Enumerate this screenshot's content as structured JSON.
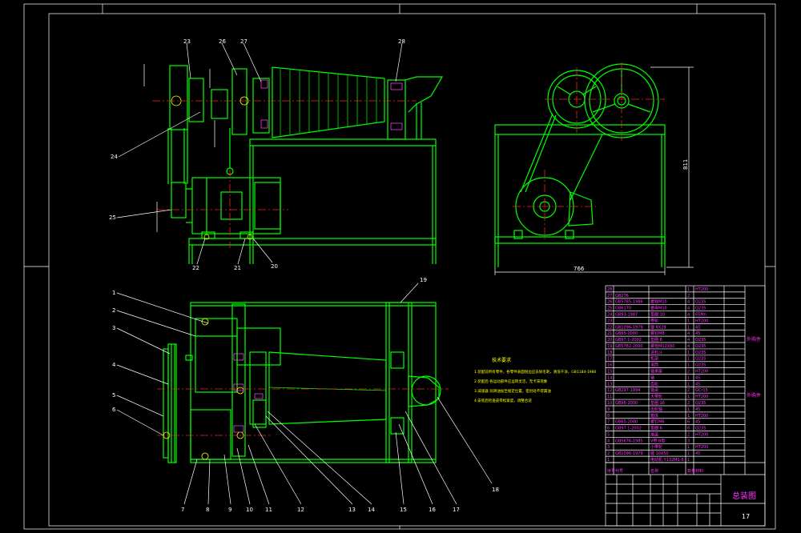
{
  "drawing": {
    "overall_height_dim": "811",
    "overall_width_dim": "766",
    "sheet_number": "17",
    "title_block_name": "总装图"
  },
  "balloons_top": [
    "23",
    "26",
    "27",
    "28",
    "24",
    "25",
    "22",
    "21",
    "20"
  ],
  "balloons_bottom_left": [
    "1",
    "2",
    "3",
    "4",
    "5",
    "6"
  ],
  "balloons_bottom_row": [
    "7",
    "8",
    "9",
    "10",
    "11",
    "12",
    "13",
    "14",
    "15",
    "16",
    "17"
  ],
  "balloons_right": [
    "18",
    "19"
  ],
  "notes": {
    "heading": "技术要求",
    "lines": [
      "1.装配前所有零件，各零件表面锐边应去除毛刺，清洗干净，GB1184-1980",
      "2.装配后 各运动部件应运转灵活，无卡滞现象",
      "3.减速器 润滑油加至规定位置，密封处不得漏油",
      "4.安装后检查皮带松紧度，调整合适"
    ]
  },
  "bom": [
    {
      "no": "28",
      "std": "",
      "name": "",
      "qty": "1",
      "mat": "HT200"
    },
    {
      "no": "27",
      "std": "GB276",
      "name": "",
      "qty": "2",
      "mat": ""
    },
    {
      "no": "26",
      "std": "GB5785-1986",
      "name": "螺栓M10",
      "qty": "4",
      "mat": "Q235"
    },
    {
      "no": "25",
      "std": "GB6170",
      "name": "螺母M10",
      "qty": "4",
      "mat": "Q235"
    },
    {
      "no": "24",
      "std": "GB93-1987",
      "name": "垫圈 10",
      "qty": "4",
      "mat": "65Mn"
    },
    {
      "no": "23",
      "std": "",
      "name": "带轮",
      "qty": "1",
      "mat": "HT200"
    },
    {
      "no": "22",
      "std": "GB1096-1979",
      "name": "键 8X28",
      "qty": "1",
      "mat": "45"
    },
    {
      "no": "21",
      "std": "GB65-2000",
      "name": "螺钉M8",
      "qty": "4",
      "mat": "45"
    },
    {
      "no": "20",
      "std": "GB97.1-2002",
      "name": "垫圈 8",
      "qty": "4",
      "mat": "Q235"
    },
    {
      "no": "19",
      "std": "GB5782-2000",
      "name": "螺栓M12X60",
      "qty": "4",
      "mat": "Q235"
    },
    {
      "no": "18",
      "std": "",
      "name": "进料斗",
      "qty": "1",
      "mat": "Q235"
    },
    {
      "no": "17",
      "std": "",
      "name": "机架",
      "qty": "1",
      "mat": "Q235"
    },
    {
      "no": "16",
      "std": "",
      "name": "滚筒",
      "qty": "1",
      "mat": "Q235"
    },
    {
      "no": "15",
      "std": "",
      "name": "轴承座",
      "qty": "2",
      "mat": "HT200"
    },
    {
      "no": "14",
      "std": "",
      "name": "轴",
      "qty": "1",
      "mat": "45"
    },
    {
      "no": "13",
      "std": "",
      "name": "齿轮",
      "qty": "1",
      "mat": "45"
    },
    {
      "no": "12",
      "std": "GB297-1994",
      "name": "轴承",
      "qty": "2",
      "mat": "GCr15"
    },
    {
      "no": "11",
      "std": "",
      "name": "大带轮",
      "qty": "1",
      "mat": "HT200"
    },
    {
      "no": "10",
      "std": "GB96-2000",
      "name": "垫圈 16",
      "qty": "2",
      "mat": "Q235"
    },
    {
      "no": "9",
      "std": "",
      "name": "齿轮轴",
      "qty": "1",
      "mat": "45"
    },
    {
      "no": "8",
      "std": "",
      "name": "箱体",
      "qty": "1",
      "mat": "HT200"
    },
    {
      "no": "7",
      "std": "GB65-2000",
      "name": "螺钉M6",
      "qty": "6",
      "mat": "45"
    },
    {
      "no": "6",
      "std": "GB97.1-2002",
      "name": "垫圈 6",
      "qty": "6",
      "mat": "Q235"
    },
    {
      "no": "5",
      "std": "",
      "name": "端盖",
      "qty": "2",
      "mat": "HT200"
    },
    {
      "no": "4",
      "std": "GB5676-1985",
      "name": "V带 B型",
      "qty": "3",
      "mat": ""
    },
    {
      "no": "3",
      "std": "",
      "name": "小带轮",
      "qty": "1",
      "mat": "HT200"
    },
    {
      "no": "2",
      "std": "GB1096-1979",
      "name": "键 10X50",
      "qty": "1",
      "mat": "45"
    },
    {
      "no": "1",
      "std": "",
      "name": "电动机 Y132M1-6",
      "qty": "1",
      "mat": ""
    }
  ],
  "bom_header": {
    "no": "序号",
    "std": "代号",
    "name": "名称",
    "qty": "数量",
    "mat": "材料"
  },
  "bom_side_notes": [
    "外购件",
    "外购件"
  ]
}
